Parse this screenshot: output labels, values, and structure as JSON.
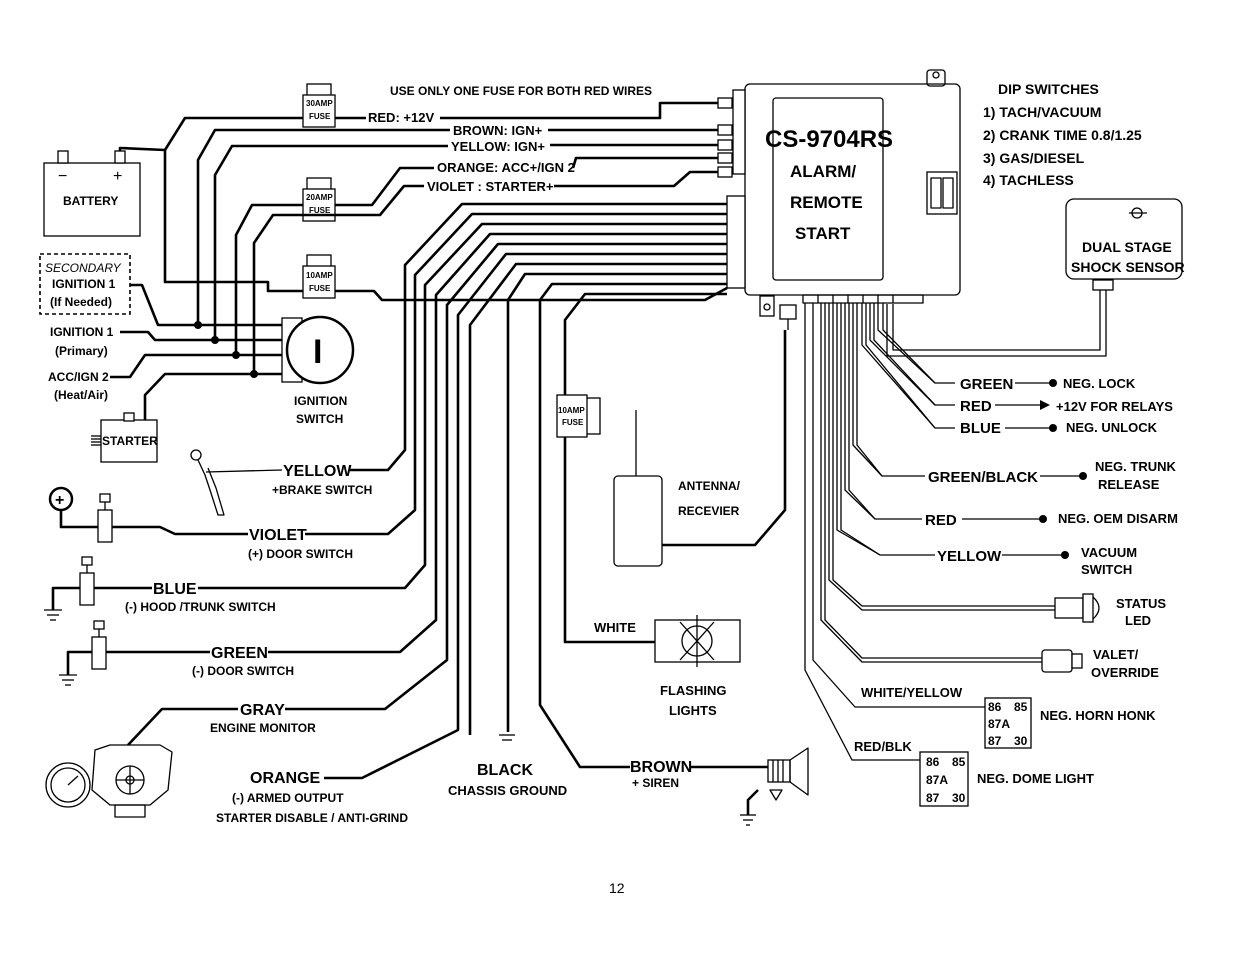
{
  "header": {
    "fuse_note": "USE ONLY ONE FUSE FOR BOTH RED WIRES"
  },
  "module": {
    "model": "CS-9704RS",
    "line1": "ALARM/",
    "line2": "REMOTE",
    "line3": "START"
  },
  "dip_switches": {
    "title": "DIP SWITCHES",
    "items": [
      "1) TACH/VACUUM",
      "2) CRANK TIME 0.8/1.25",
      "3) GAS/DIESEL",
      "4) TACHLESS"
    ]
  },
  "fuses": {
    "f30": [
      "30AMP",
      "FUSE"
    ],
    "f20": [
      "20AMP",
      "FUSE"
    ],
    "f10": [
      "10AMP",
      "FUSE"
    ],
    "f10b": [
      "10AMP",
      "FUSE"
    ]
  },
  "power_wires": {
    "red": "RED: +12V",
    "brown": "BROWN: IGN+",
    "yellow": "YELLOW: IGN+",
    "orange": "ORANGE: ACC+/IGN 2",
    "violet": "VIOLET : STARTER+"
  },
  "left": {
    "battery": "BATTERY",
    "battery_minus": "−",
    "battery_plus": "+",
    "secondary": [
      "SECONDARY",
      "IGNITION 1",
      "(If Needed)"
    ],
    "ign1": [
      "IGNITION 1",
      "(Primary)"
    ],
    "acc": [
      "ACC/IGN 2",
      "(Heat/Air)"
    ],
    "starter": "STARTER",
    "ignition_switch": [
      "IGNITION",
      "SWITCH"
    ],
    "ign_glyph": "I",
    "plus_glyph": "+"
  },
  "inputs": [
    {
      "wire": "YELLOW",
      "desc": "+BRAKE SWITCH"
    },
    {
      "wire": "VIOLET",
      "desc": "(+) DOOR SWITCH"
    },
    {
      "wire": "BLUE",
      "desc": "(-) HOOD /TRUNK SWITCH"
    },
    {
      "wire": "GREEN",
      "desc": "(-) DOOR SWITCH"
    },
    {
      "wire": "GRAY",
      "desc": "ENGINE MONITOR"
    },
    {
      "wire": "ORANGE",
      "desc": "(-) ARMED OUTPUT",
      "desc2": "STARTER DISABLE / ANTI-GRIND"
    }
  ],
  "center": {
    "black": "BLACK",
    "chassis": "CHASSIS GROUND",
    "brown": "BROWN",
    "siren": "+ SIREN",
    "white": "WHITE",
    "flashing": [
      "FLASHING",
      "LIGHTS"
    ],
    "antenna": [
      "ANTENNA/",
      "RECEVIER"
    ]
  },
  "sensor": [
    "DUAL STAGE",
    "SHOCK SENSOR"
  ],
  "outputs": [
    {
      "wire": "GREEN",
      "desc": "NEG. LOCK"
    },
    {
      "wire": "RED",
      "desc": "+12V FOR RELAYS"
    },
    {
      "wire": "BLUE",
      "desc": "NEG. UNLOCK"
    },
    {
      "wire": "GREEN/BLACK",
      "desc": "NEG. TRUNK",
      "desc2": "RELEASE"
    },
    {
      "wire": "RED",
      "desc": "NEG. OEM DISARM"
    },
    {
      "wire": "YELLOW",
      "desc": "VACUUM",
      "desc2": "SWITCH"
    }
  ],
  "status_led": [
    "STATUS",
    "LED"
  ],
  "valet": [
    "VALET/",
    "OVERRIDE"
  ],
  "relays": {
    "horn_wire": "WHITE/YELLOW",
    "horn": "NEG. HORN HONK",
    "dome_wire": "RED/BLK",
    "dome": "NEG. DOME LIGHT",
    "pins": {
      "p86": "86",
      "p85": "85",
      "p87a": "87A",
      "p87": "87",
      "p30": "30"
    }
  },
  "page_number": "12"
}
